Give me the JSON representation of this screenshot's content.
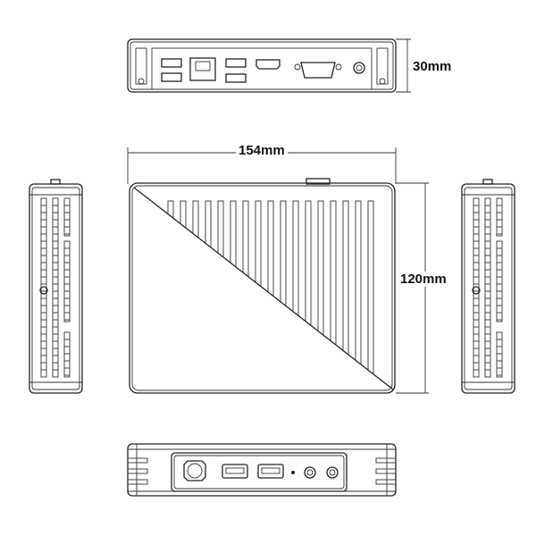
{
  "dimensions": {
    "height": "30mm",
    "width": "154mm",
    "depth": "120mm"
  },
  "colors": {
    "line": "#222222",
    "background": "#ffffff"
  }
}
